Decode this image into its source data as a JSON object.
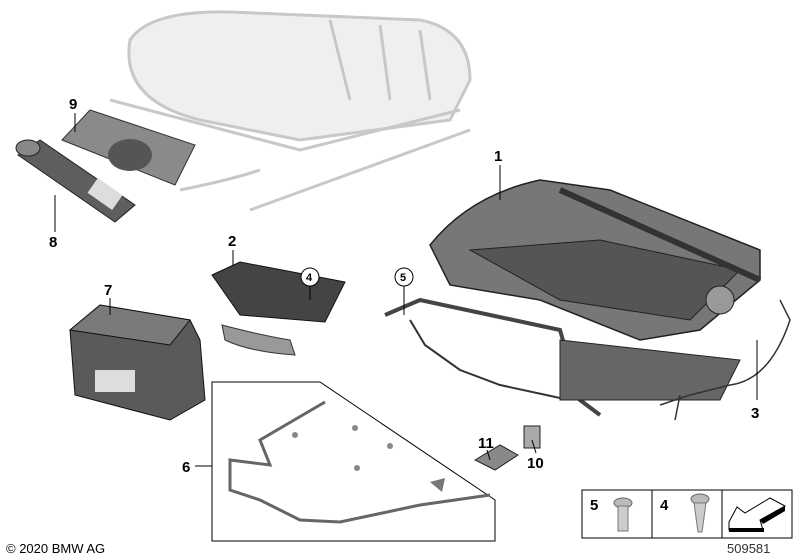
{
  "callouts": {
    "c1": "1",
    "c2": "2",
    "c3": "3",
    "c4": "4",
    "c5": "5",
    "c6": "6",
    "c7": "7",
    "c8": "8",
    "c9": "9",
    "c10": "10",
    "c11": "11"
  },
  "legend_box": {
    "item_a": "5",
    "item_b": "4"
  },
  "footer": {
    "copyright": "© 2020 BMW AG",
    "diagram_id": "509581"
  }
}
